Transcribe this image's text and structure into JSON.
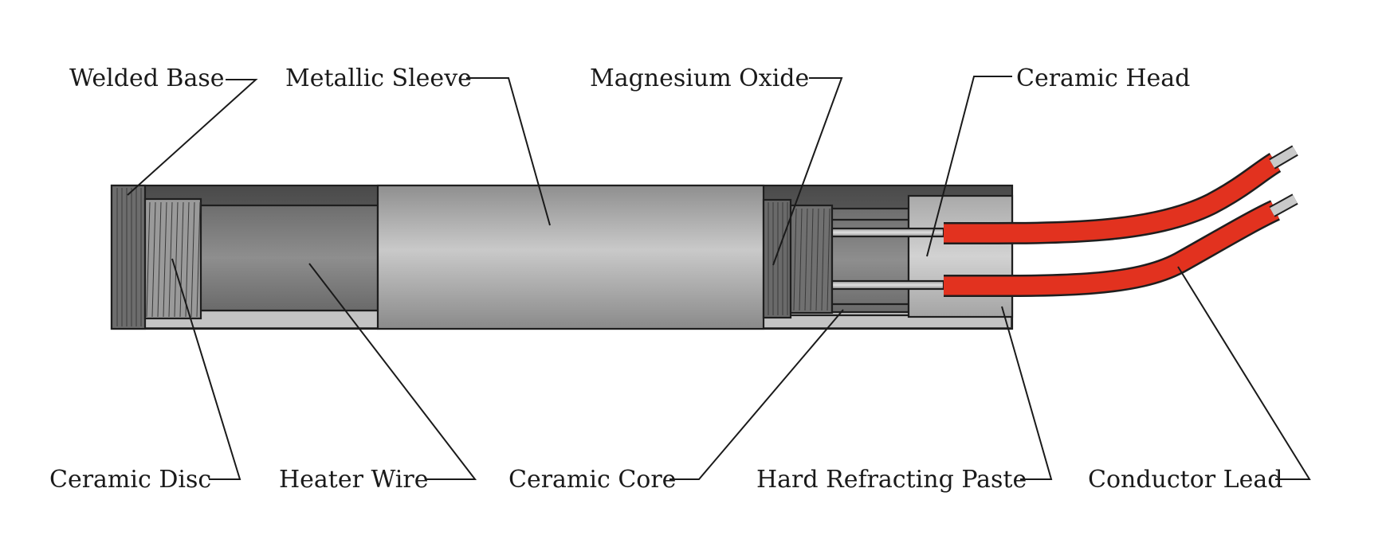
{
  "labels": {
    "welded_base": "Welded Base",
    "metallic_sleeve": "Metallic Sleeve",
    "magnesium_oxide": "Magnesium Oxide",
    "ceramic_head": "Ceramic Head",
    "ceramic_disc": "Ceramic Disc",
    "heater_wire": "Heater Wire",
    "ceramic_core": "Ceramic Core",
    "hard_refracting_paste": "Hard Refracting Paste",
    "conductor_lead": "Conductor Lead"
  },
  "colors": {
    "lead_red": "#e2321f",
    "sheath_dark": "#5a5a5a",
    "sleeve_light": "#b8b8b8",
    "paste_light": "#cfcfcf",
    "core_mid": "#7a7a7a",
    "outline": "#1e1e1e"
  }
}
